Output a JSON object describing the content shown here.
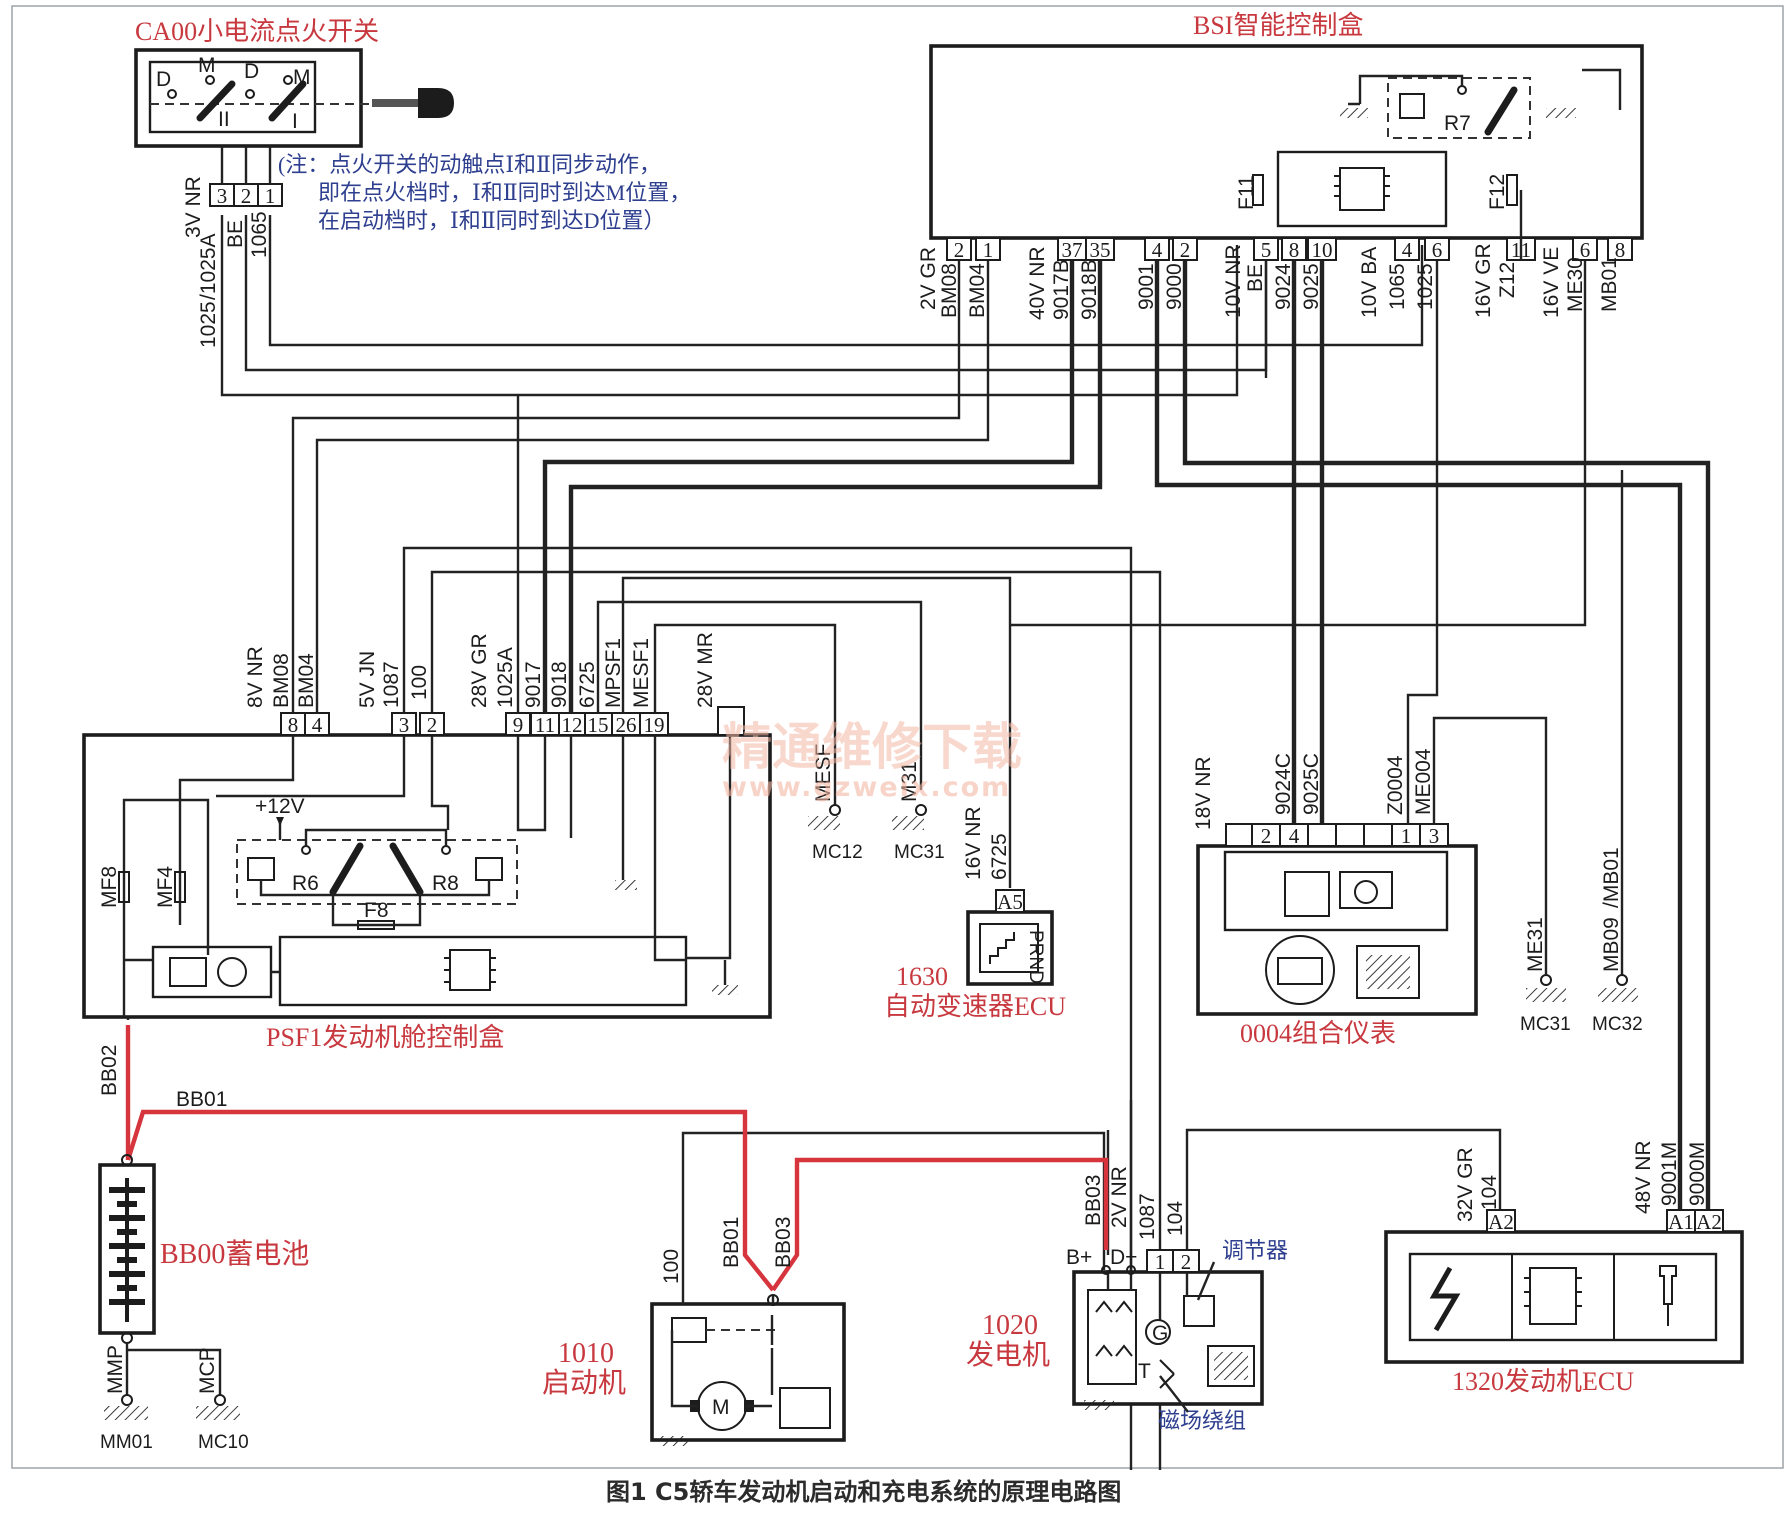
{
  "caption": "图1 C5轿车发动机启动和充电系统的原理电路图",
  "watermark": {
    "line1": "精通维修下载",
    "line2": "www.gzweix.com"
  },
  "note": {
    "line1": "(注：点火开关的动触点Ⅰ和Ⅱ同步动作，",
    "line2": "即在点火档时，Ⅰ和Ⅱ同时到达M位置，",
    "line3": "在启动档时，Ⅰ和Ⅱ同时到达D位置）"
  },
  "components": {
    "ignition": {
      "title": "CA00小电流点火开关",
      "contact_d1": "D",
      "contact_m1": "M",
      "contact_d2": "D",
      "contact_m2": "M",
      "switch_2": "II",
      "switch_1": "I",
      "pins": [
        "3",
        "2",
        "1"
      ]
    },
    "bsi": {
      "title": "BSI智能控制盒",
      "fuse_f11": "F11",
      "fuse_f12": "F12",
      "relay_r7": "R7",
      "pins": [
        "2",
        "1",
        "37",
        "35",
        "4",
        "2",
        "5",
        "8",
        "10",
        "4",
        "6",
        "11",
        "6",
        "8"
      ]
    },
    "psf1": {
      "title": "PSF1发动机舱控制盒",
      "supply": "+12V",
      "relay_r6": "R6",
      "relay_r8": "R8",
      "fuse_f8": "F8",
      "fuse_mf8": "MF8",
      "fuse_mf4": "MF4",
      "pins": [
        "8",
        "4",
        "3",
        "2",
        "9",
        "11",
        "12",
        "15",
        "26",
        "19"
      ]
    },
    "ecu_1630": {
      "number": "1630",
      "title": "自动变速器ECU",
      "pin": "A5",
      "gear_text": "PRND"
    },
    "cluster": {
      "title": "0004组合仪表",
      "pins": [
        "2",
        "4",
        "1",
        "3"
      ]
    },
    "battery": {
      "title": "BB00蓄电池"
    },
    "starter": {
      "number": "1010",
      "title": "启动机",
      "motor": "M"
    },
    "alternator": {
      "number": "1020",
      "title": "发电机",
      "term_b": "B+",
      "term_d": "D+",
      "pins": [
        "1",
        "2"
      ],
      "regulator": "调节器",
      "field": "磁场绕组",
      "gen": "G",
      "transistor": "T"
    },
    "engine_ecu": {
      "title": "1320发动机ECU",
      "pin_a2_left": "A2",
      "pins": [
        "A1",
        "A2"
      ]
    }
  },
  "wire_labels": {
    "ign_3v_nr": "3V NR",
    "ign_1025a": "/1025A",
    "ign_be": "BE",
    "ign_1065": "1065",
    "ign_1025": "1025",
    "bsi_2v_gr": "2V GR",
    "bsi_bm08": "BM08",
    "bsi_bm04": "BM04",
    "bsi_40v_nr": "40V NR",
    "bsi_9017b": "9017B",
    "bsi_9018b": "9018B",
    "bsi_9001": "9001",
    "bsi_9000": "9000",
    "bsi_10v_nr": "10V NR",
    "bsi_be": "BE",
    "bsi_9024": "9024",
    "bsi_9025": "9025",
    "bsi_10v_ba": "10V BA",
    "bsi_1065": "1065",
    "bsi_1025": "1025",
    "bsi_16v_gr": "16V GR",
    "bsi_z12": "Z12",
    "bsi_16v_ve": "16V VE",
    "bsi_me30": "ME30",
    "bsi_mb01": "MB01",
    "psf_8v_nr": "8V NR",
    "psf_bm08": "BM08",
    "psf_bm04": "BM04",
    "psf_5v_jn": "5V JN",
    "psf_1087": "1087",
    "psf_100": "100",
    "psf_28v_gr": "28V GR",
    "psf_1025a": "1025A",
    "psf_9017": "9017",
    "psf_9018": "9018",
    "psf_6725": "6725",
    "psf_mpsf1": "MPSF1",
    "psf_mesf1": "MESF1",
    "psf_28v_mr": "28V MR",
    "mesf": "MESF",
    "m31": "M31",
    "ecu1630_16v_nr": "16V NR",
    "ecu1630_6725": "6725",
    "cl_18v_nr": "18V NR",
    "cl_9024c": "9024C",
    "cl_9025c": "9025C",
    "cl_z0004": "Z0004",
    "cl_me004": "ME004",
    "me31": "ME31",
    "mb09": "MB09",
    "mb01b": "/MB01",
    "bb02": "BB02",
    "bb01": "BB01",
    "mmp": "MMP",
    "mcp": "MCP",
    "st_100": "100",
    "st_bb01": "BB01",
    "st_bb03": "BB03",
    "alt_bb03": "BB03",
    "alt_2v_nr": "2V NR",
    "alt_1087": "1087",
    "alt_104": "104",
    "ecu_32v_gr": "32V GR",
    "ecu_104": "104",
    "ecu_48v_nr": "48V NR",
    "ecu_9001m": "9001M",
    "ecu_9000m": "9000M"
  },
  "grounds": {
    "mc12": "MC12",
    "mc31": "MC31",
    "mc31b": "MC31",
    "mc32": "MC32",
    "mm01": "MM01",
    "mc10": "MC10"
  },
  "colors": {
    "power_wire": "#d6353d",
    "label_red": "#c8393f",
    "note_blue": "#2e3f8f"
  }
}
